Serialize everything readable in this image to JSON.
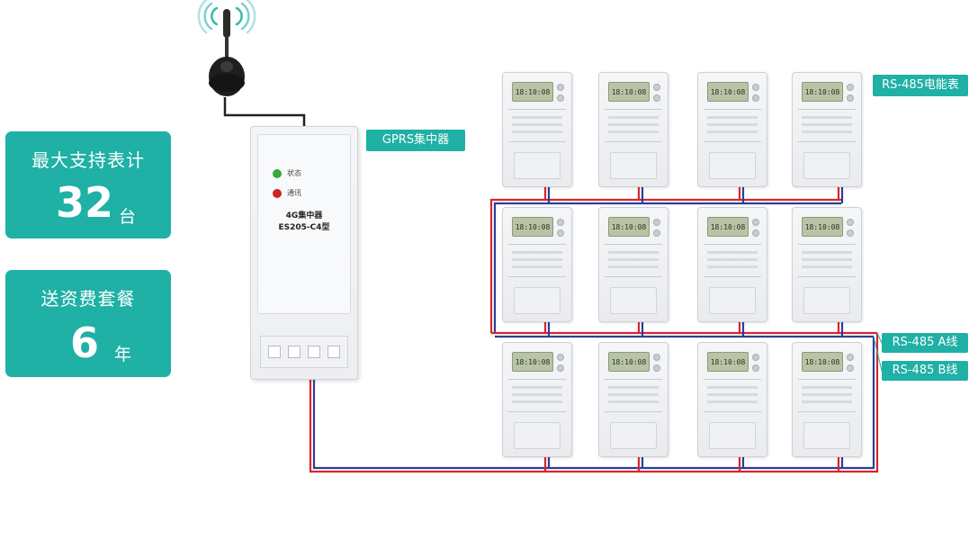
{
  "cards": {
    "max_meters": {
      "title": "最大支持表计",
      "value": "32",
      "unit": "台"
    },
    "package": {
      "title": "送资费套餐",
      "value": "6",
      "unit": "年"
    }
  },
  "labels": {
    "concentrator": "GPRS集中器",
    "meter": "RS-485电能表",
    "line_a": "RS-485 A线",
    "line_b": "RS-485 B线"
  },
  "concentrator": {
    "led_status": "状态",
    "led_comm": "通讯",
    "model_line1": "4G集中器",
    "model_line2": "ES205-C4型"
  },
  "meter_display": "18:10:08",
  "colors": {
    "accent": "#1fb0a6",
    "wire_a": "#d9252b",
    "wire_b": "#2a3f9a",
    "led_green": "#3aa83a",
    "led_red": "#c8261e"
  }
}
